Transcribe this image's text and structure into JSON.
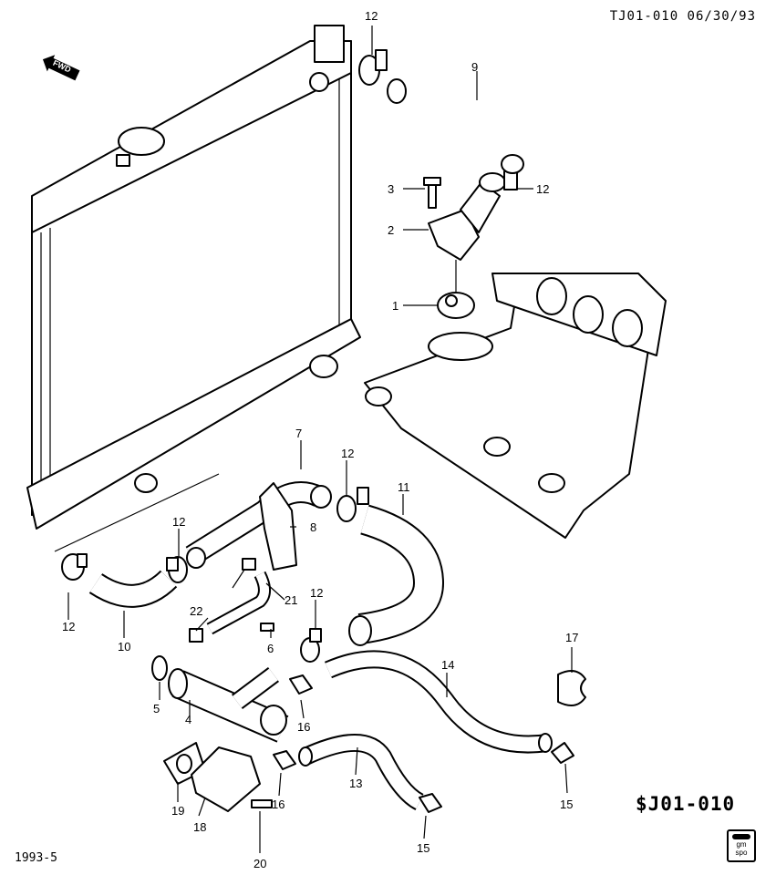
{
  "header": {
    "ref": "TJ01-010 06/30/93"
  },
  "diagram_code": "$J01-010",
  "footer": {
    "year_code": "1993-5"
  },
  "badge": {
    "line1": "gm",
    "line2": "spo"
  },
  "direction_label": "FWD",
  "callouts": [
    "12",
    "9",
    "3",
    "12",
    "2",
    "1",
    "7",
    "12",
    "11",
    "8",
    "12",
    "12",
    "22",
    "21",
    "10",
    "12",
    "6",
    "5",
    "4",
    "14",
    "17",
    "16",
    "13",
    "19",
    "18",
    "16",
    "15",
    "15",
    "20"
  ]
}
